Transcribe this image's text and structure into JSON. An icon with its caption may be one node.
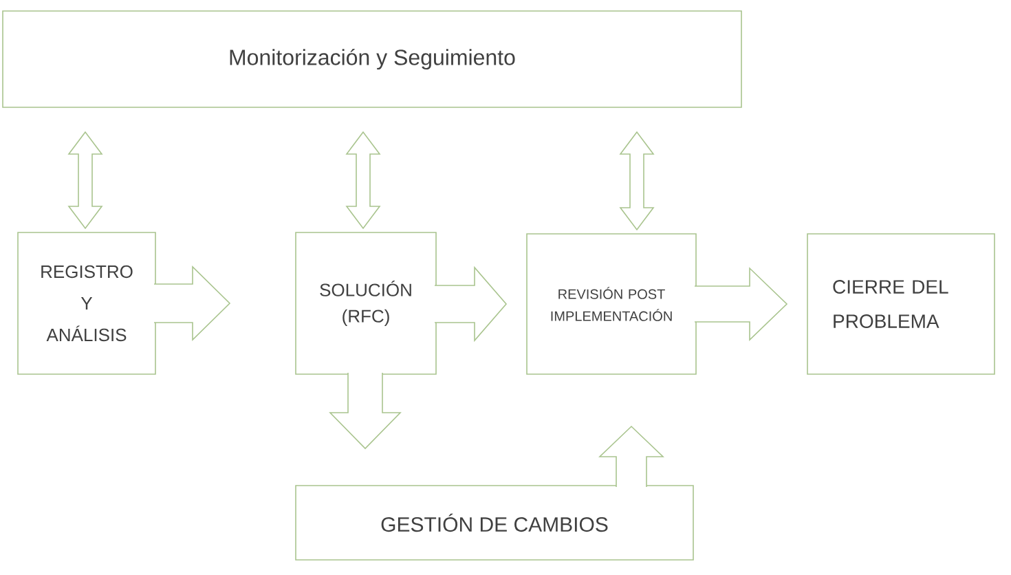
{
  "diagram": {
    "nodes": [
      {
        "text": [
          "Monitorización y Seguimiento"
        ]
      },
      {
        "text": [
          "REGISTRO Y ANÁLISIS"
        ]
      },
      {
        "text": [
          "SOLUCIÓN (RFC)"
        ]
      },
      {
        "text": [
          "REVISIÓN POST IMPLEMENTACIÓN"
        ]
      },
      {
        "text": [
          "CIERRE DEL PROBLEMA"
        ]
      },
      {
        "text": [
          "GESTIÓN DE CAMBIOS"
        ]
      }
    ],
    "edges": [
      {
        "from": 0,
        "to": 1,
        "arrow": "both"
      },
      {
        "from": 0,
        "to": 2,
        "arrow": "both"
      },
      {
        "from": 0,
        "to": 3,
        "arrow": "both"
      },
      {
        "from": 1,
        "to": 2,
        "arrow": "to"
      },
      {
        "from": 2,
        "to": 3,
        "arrow": "to"
      },
      {
        "from": 3,
        "to": 4,
        "arrow": "to"
      },
      {
        "from": 2,
        "to": 5,
        "arrow": "to"
      },
      {
        "from": 5,
        "to": 3,
        "arrow": "to"
      }
    ]
  }
}
